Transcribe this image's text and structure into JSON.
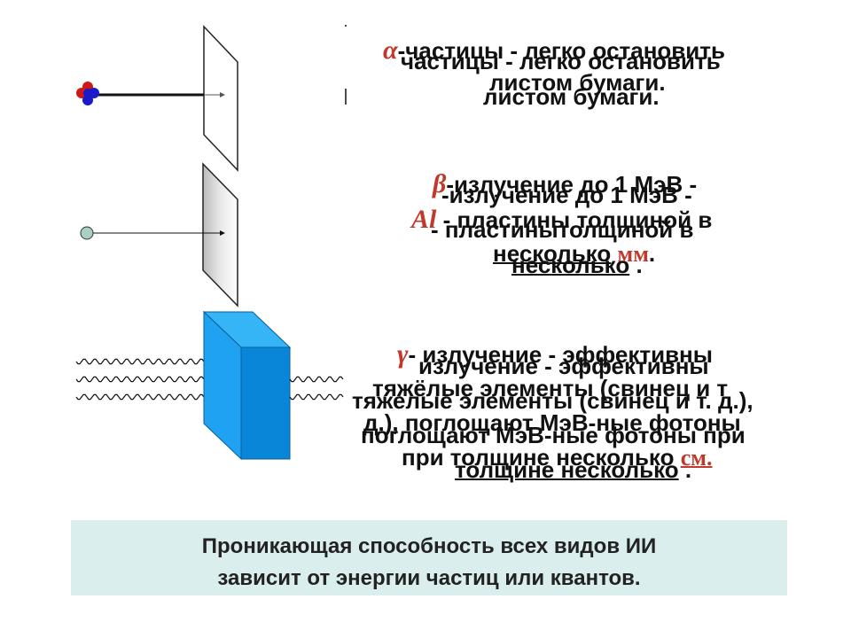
{
  "alpha": {
    "symbol": "α",
    "text1": "-частицы - легко остановить",
    "text2": "листом бумаги.",
    "ghost1": "частицы - легко остановить",
    "ghost2": "листом бумаги."
  },
  "beta": {
    "symbol": "β",
    "text1": "-излучение до 1 МэВ -",
    "symbol2": "Al",
    "text2": "- пластины толщиной в",
    "text3": "несколько",
    "unit": "мм",
    "ghost1": "-излучение до 1 МэВ -",
    "ghost2": "- пластинытолщиной в",
    "ghost3": "несколько"
  },
  "gamma": {
    "symbol": "γ",
    "text1": "- излучение - эффективны",
    "text2": "тяжёлые элементы (свинец и т",
    "text3": "д.), поглощают МэВ-ные фотоны",
    "text4": "при толщине несколько",
    "unit": "см.",
    "ghost1": "излучение - эффективны",
    "ghost2": "тяжелые элементы (свинец и т. д.),",
    "ghost3": "поглощают МэВ-ные фотоны при",
    "ghost4": "толщине несколько"
  },
  "footer": {
    "line1": "Проникающая способность всех видов ИИ",
    "line2": "зависит от энергии частиц или квантов."
  },
  "colors": {
    "symbol": "#c0392b",
    "block_front": "#1fa2f2",
    "block_side": "#0a86d8",
    "block_top": "#35b4f6",
    "footer_bg": "#daeeee"
  }
}
